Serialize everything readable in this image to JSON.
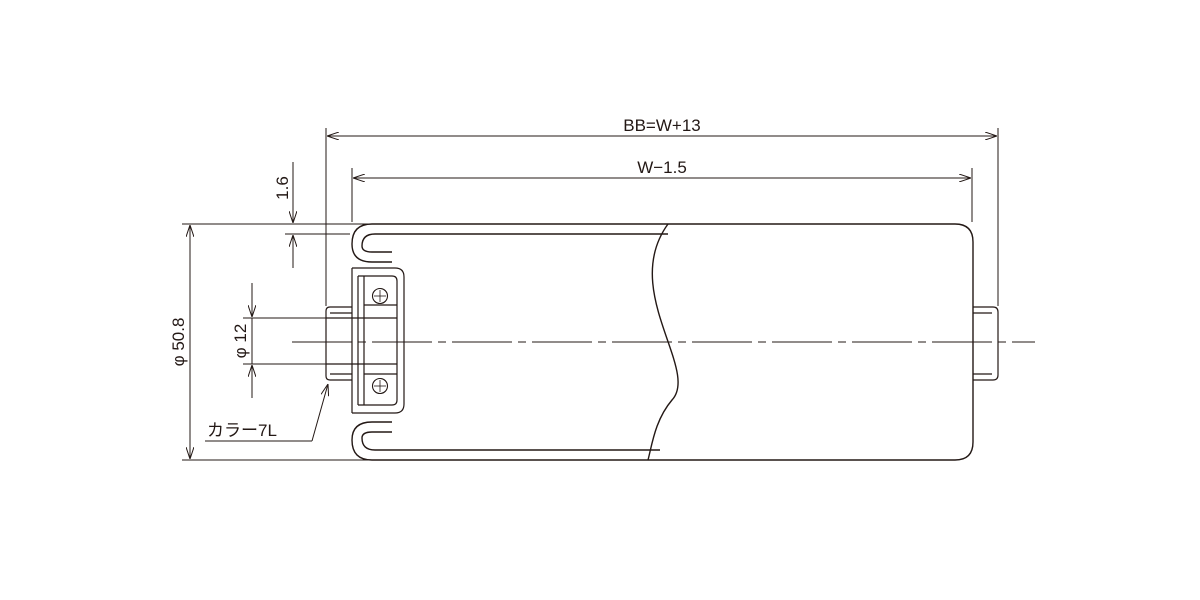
{
  "dimensions": {
    "overall_length": "BB=W+13",
    "tube_length": "W−1.5",
    "wall_thickness": "1.6",
    "outer_diameter": "φ 50.8",
    "shaft_diameter": "φ 12",
    "collar": "カラー7L"
  },
  "colors": {
    "line": "#231815",
    "background": "#ffffff"
  }
}
